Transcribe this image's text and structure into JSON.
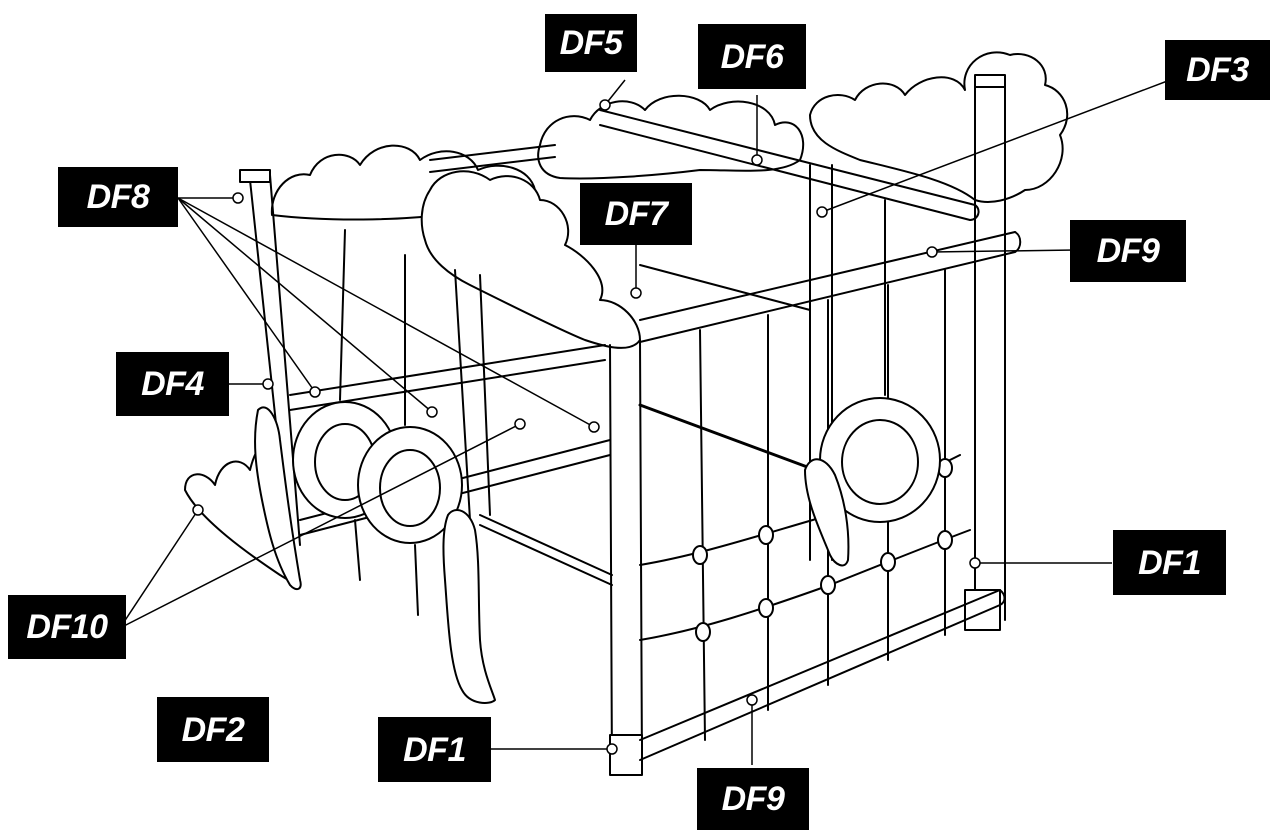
{
  "labels": {
    "df1_right": "DF1",
    "df1_bottom": "DF1",
    "df2": "DF2",
    "df3": "DF3",
    "df4": "DF4",
    "df5": "DF5",
    "df6": "DF6",
    "df7": "DF7",
    "df8": "DF8",
    "df9_right": "DF9",
    "df9_bottom": "DF9",
    "df10": "DF10"
  },
  "colors": {
    "line": "#000000",
    "label_bg": "#000000",
    "label_text": "#ffffff",
    "background": "#ffffff"
  }
}
